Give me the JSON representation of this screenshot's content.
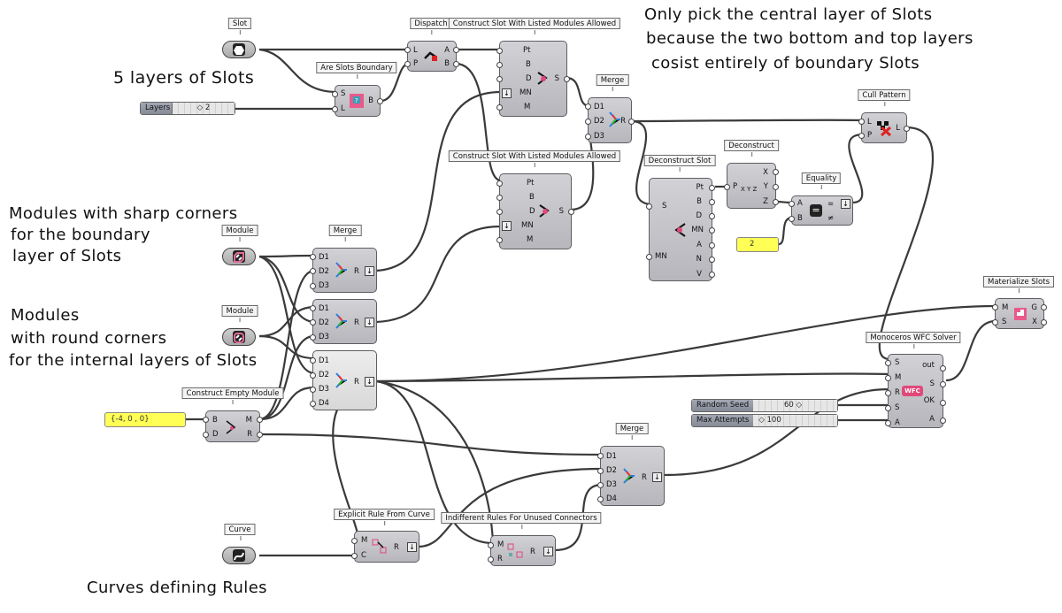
{
  "notes": {
    "layers_note": "5 layers of Slots",
    "central_1": "Only pick the central layer of Slots",
    "central_2": "because the two bottom and top layers",
    "central_3": "cosist entirely of boundary Slots",
    "sharp_1": "Modules with sharp corners",
    "sharp_2": "for the boundary",
    "sharp_3": "layer of Slots",
    "round_1": "Modules",
    "round_2": "with round corners",
    "round_3": "for the internal layers of Slots",
    "rules_note": "Curves defining Rules"
  },
  "labels": {
    "slot": "Slot",
    "dispatch": "Dispatch",
    "construct_1": "Construct Slot With Listed Modules Allowed",
    "construct_2": "Construct Slot With Listed Modules Allowed",
    "boundary": "Are Slots Boundary",
    "merge_a": "Merge",
    "merge_b": "Merge",
    "merge_c": "Merge",
    "deconstruct_slot": "Deconstruct Slot",
    "deconstruct": "Deconstruct",
    "equality": "Equality",
    "cull": "Cull Pattern",
    "module_1": "Module",
    "module_2": "Module",
    "empty": "Construct Empty Module",
    "materialize": "Materialize Slots",
    "solver": "Monoceros WFC Solver",
    "curve": "Curve",
    "explicit": "Explicit Rule From Curve",
    "indifferent": "Indifferent Rules For Unused Connectors"
  },
  "ports": {
    "s": "S",
    "l": "L",
    "p": "P",
    "a": "A",
    "b": "B",
    "pt": "Pt",
    "d": "D",
    "mn": "MN",
    "m": "M",
    "d1": "D1",
    "d2": "D2",
    "d3": "D3",
    "d4": "D4",
    "r": "R",
    "x": "X",
    "y": "Y",
    "z": "Z",
    "n": "N",
    "v": "V",
    "g": "G",
    "out": "out",
    "ok": "OK",
    "c": "C"
  },
  "inputs": {
    "layers_name": "Layers",
    "layers_value": "◇ 2",
    "panel_two": "2",
    "panel_point": "{-4, 0 , 0}",
    "seed_name": "Random Seed",
    "seed_value": "60 ◇",
    "attempts_name": "Max Attempts",
    "attempts_value": "◇ 100"
  },
  "icons": {
    "equal_sign": "=",
    "not_equal": "≠",
    "wfc": "WFC",
    "xyz": "X Y Z",
    "flatten": "↓"
  },
  "colors": {
    "component": "#c4c4c8",
    "panel": "#ffff55",
    "slider_name": "#969aa6",
    "accent_pink": "#e0487a"
  }
}
